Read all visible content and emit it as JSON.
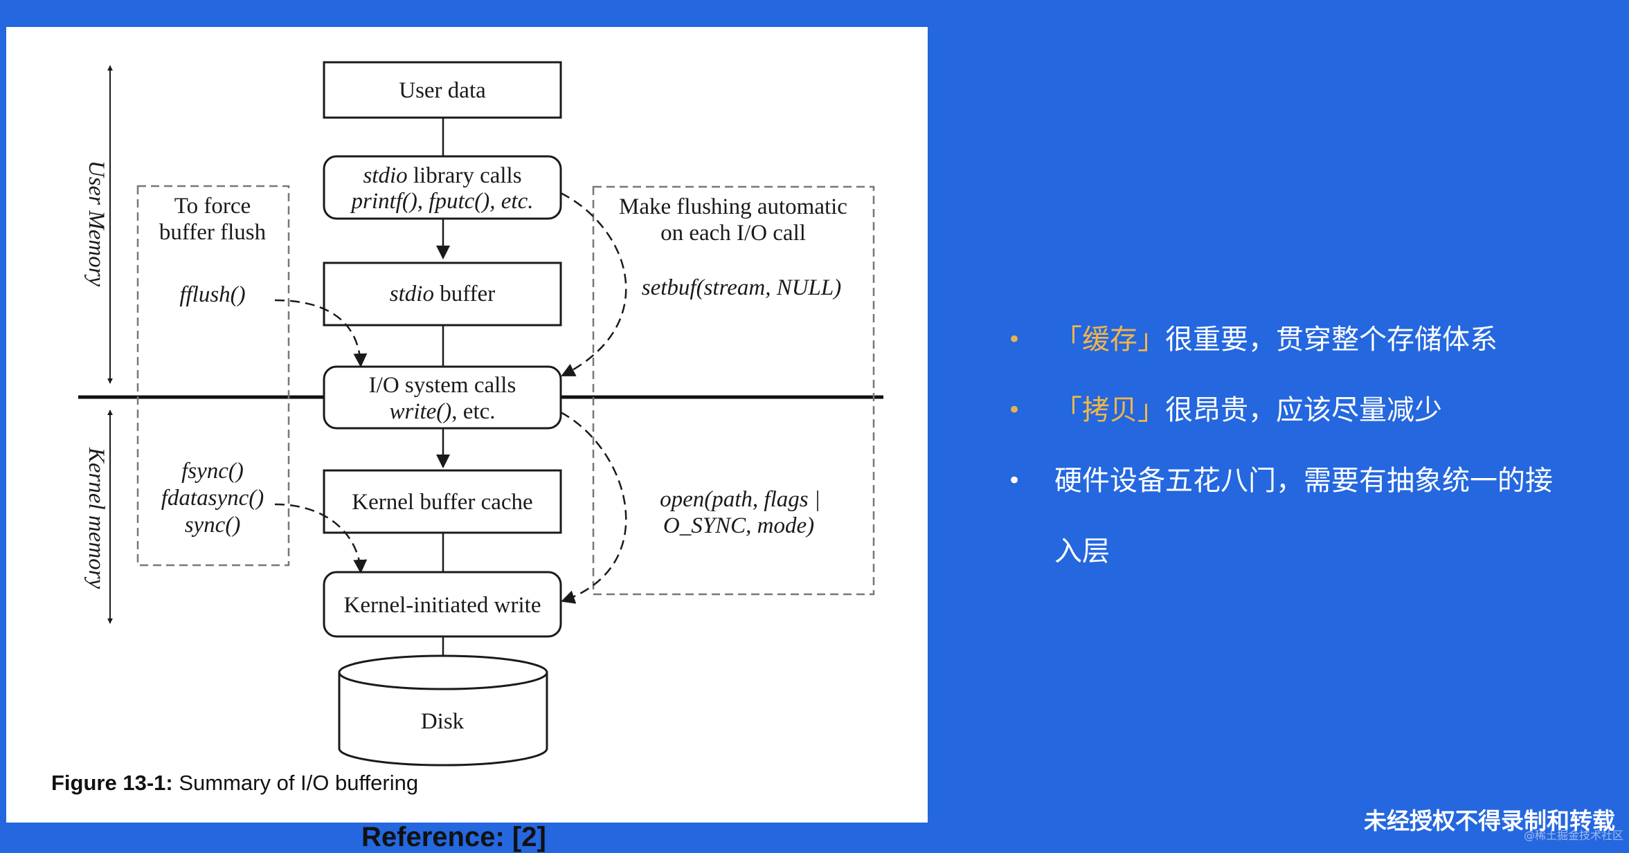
{
  "diagram": {
    "layers": {
      "user": "User Memory",
      "kernel": "Kernel memory"
    },
    "nodes": {
      "user_data": "User data",
      "stdio_calls_1a": "stdio",
      "stdio_calls_1b": " library calls",
      "stdio_calls_2": "printf(), fputc(), etc.",
      "stdio_buffer_a": "stdio",
      "stdio_buffer_b": " buffer",
      "io_calls_1": "I/O system calls",
      "io_calls_2a": "write()",
      "io_calls_2b": ", etc.",
      "kernel_cache": "Kernel buffer cache",
      "kernel_write": "Kernel-initiated write",
      "disk": "Disk"
    },
    "left_box": {
      "title_1": "To force",
      "title_2": "buffer flush",
      "fflush": "fflush()",
      "fsync": "fsync()",
      "fdatasync": "fdatasync()",
      "sync": "sync()"
    },
    "right_box": {
      "title_1": "Make flushing automatic",
      "title_2": "on each I/O call",
      "setbuf": "setbuf(stream, NULL)",
      "open_1": "open(path, flags |",
      "open_2": "O_SYNC, mode)"
    },
    "caption_label": "Figure 13-1:",
    "caption_text": " Summary of I/O buffering"
  },
  "reference": "Reference: [2]",
  "bullets": [
    {
      "open": "「",
      "highlight": "缓存",
      "close": "」",
      "rest": "很重要，贯穿整个存储体系"
    },
    {
      "open": "「",
      "highlight": "拷贝",
      "close": "」",
      "rest": "很昂贵，应该尽量减少"
    },
    {
      "line1": "硬件设备五花八门，需要有抽象统一的接",
      "line2": "入层"
    }
  ],
  "watermark": "未经授权不得录制和转载",
  "site_mark": "@稀土掘金技术社区",
  "colors": {
    "background": "#2467DF",
    "highlight": "#F2B648",
    "bullet": "#E8B14B"
  }
}
